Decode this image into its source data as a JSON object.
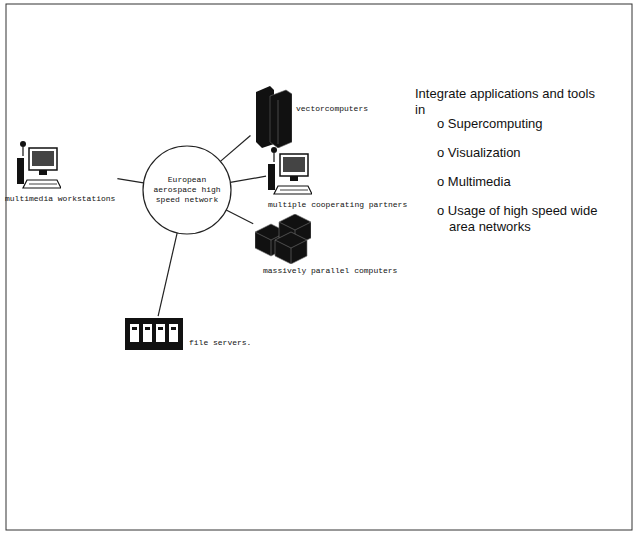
{
  "diagram": {
    "nodes": [
      {
        "text": [
          "European aerospace high speed network"
        ]
      },
      {
        "text": [
          "vectorcomputers"
        ]
      },
      {
        "text": [
          "multiple cooperating partners"
        ]
      },
      {
        "text": [
          "massively parallel computers"
        ]
      },
      {
        "text": [
          "file servers."
        ]
      },
      {
        "text": [
          "multimedia workstations"
        ]
      }
    ],
    "edges": [
      {
        "from": 0,
        "to": 1,
        "arrow": "none"
      },
      {
        "from": 0,
        "to": 2,
        "arrow": "none"
      },
      {
        "from": 0,
        "to": 3,
        "arrow": "none"
      },
      {
        "from": 0,
        "to": 4,
        "arrow": "none"
      },
      {
        "from": 0,
        "to": 5,
        "arrow": "none"
      }
    ],
    "labels": [
      "Integrate applications and tools in",
      "o Supercomputing",
      "o Visualization",
      "o Multimedia",
      "o Usage of high speed wide area networks"
    ]
  }
}
